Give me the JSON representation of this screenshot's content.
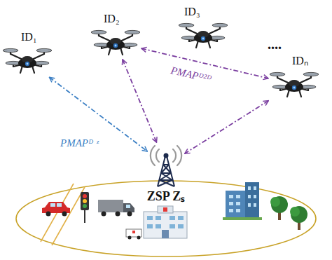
{
  "diagram": {
    "nodes": [
      {
        "text": [
          "ID₁"
        ]
      },
      {
        "text": [
          "ID₂"
        ]
      },
      {
        "text": [
          "ID₃"
        ]
      },
      {
        "text": [
          "IDₙ"
        ]
      },
      {
        "text": [
          "ZSP Zₛ"
        ]
      }
    ],
    "edges": [
      {
        "from": 0,
        "to": 4,
        "arrow": "both",
        "label": "PMAPᴰ ᶻ"
      },
      {
        "from": 1,
        "to": 4,
        "arrow": "both"
      },
      {
        "from": 3,
        "to": 4,
        "arrow": "both"
      },
      {
        "from": 1,
        "to": 3,
        "arrow": "both",
        "label": "PMAPᴰ²ᴰ"
      }
    ],
    "labels": [
      "...."
    ]
  }
}
